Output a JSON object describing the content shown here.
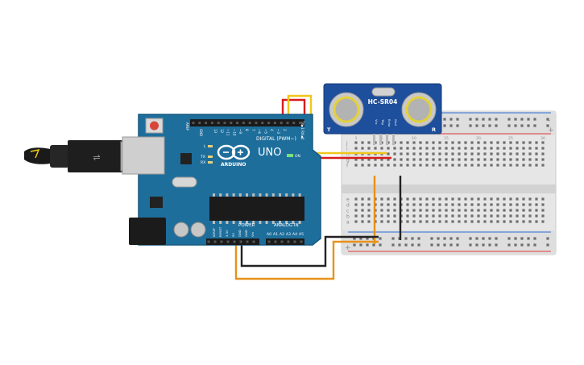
{
  "arduino": {
    "model_label": "UNO",
    "brand_label": "ARDUINO",
    "digital_header_label": "DIGITAL (PWM~)",
    "power_label": "POWER",
    "analog_label": "ANALOG IN",
    "on_label": "ON",
    "tx_label": "TX",
    "rx_label": "RX",
    "l_label": "L",
    "aref_label": "AREF",
    "gnd_label": "GND",
    "txrx_side_label": "TX▶1 RX◀0",
    "digital_pins": [
      "13",
      "12",
      "~11",
      "~10",
      "~9",
      "8",
      "7",
      "~6",
      "~5",
      "4",
      "~3",
      "2"
    ],
    "power_pins": [
      "IOREF",
      "RESET",
      "3.3V",
      "5V",
      "GND",
      "GND",
      "Vin"
    ],
    "analog_pins": [
      "A0",
      "A1",
      "A2",
      "A3",
      "A4",
      "A5"
    ]
  },
  "sensor": {
    "label": "HC-SR04",
    "pin_labels": [
      "Vcc",
      "Trig",
      "Echo",
      "Gnd"
    ],
    "corner_left": "T",
    "corner_right": "R"
  },
  "breadboard": {
    "row_letters_top": [
      "j",
      "i",
      "h",
      "g",
      "f"
    ],
    "row_letters_bottom": [
      "e",
      "d",
      "c",
      "b",
      "a"
    ],
    "column_numbers": [
      "1",
      "5",
      "10",
      "15",
      "20",
      "25",
      "30"
    ],
    "rail_plus": "+",
    "rail_minus": "-"
  },
  "colors": {
    "board": "#1e6e9c",
    "board_edge": "#165a80",
    "sensor_board": "#1e4f9c",
    "wire_red": "#d71c1c",
    "wire_yellow": "#f0c61a",
    "wire_orange": "#e8911a",
    "wire_black": "#222222",
    "breadboard": "#e4e4e4",
    "rail_red": "#e23b3b",
    "rail_blue": "#2f6fd6"
  }
}
